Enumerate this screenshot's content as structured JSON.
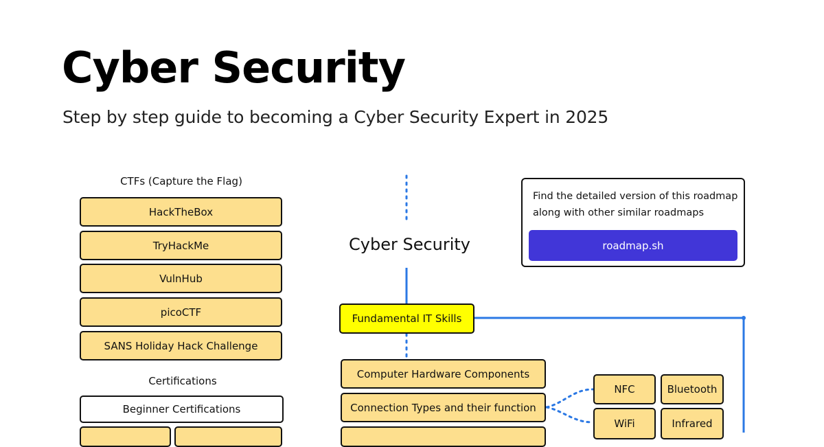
{
  "header": {
    "title": "Cyber Security",
    "subtitle": "Step by step guide to becoming a Cyber Security Expert in 2025"
  },
  "ctfs": {
    "label": "CTFs (Capture the Flag)",
    "items": [
      "HackTheBox",
      "TryHackMe",
      "VulnHub",
      "picoCTF",
      "SANS Holiday Hack Challenge"
    ]
  },
  "certifications": {
    "label": "Certifications",
    "beginner": "Beginner Certifications"
  },
  "center": {
    "label": "Cyber Security",
    "fundamental": "Fundamental IT Skills",
    "topics": [
      "Computer Hardware Components",
      "Connection Types and their function"
    ]
  },
  "connection_types": [
    "NFC",
    "Bluetooth",
    "WiFi",
    "Infrared"
  ],
  "promo": {
    "text": "Find the detailed version of this roadmap along with other similar roadmaps",
    "button": "roadmap.sh"
  },
  "colors": {
    "node_fill": "#fddf8e",
    "highlight_fill": "#ffff00",
    "connector": "#2b78e4",
    "button": "#4136d8"
  }
}
